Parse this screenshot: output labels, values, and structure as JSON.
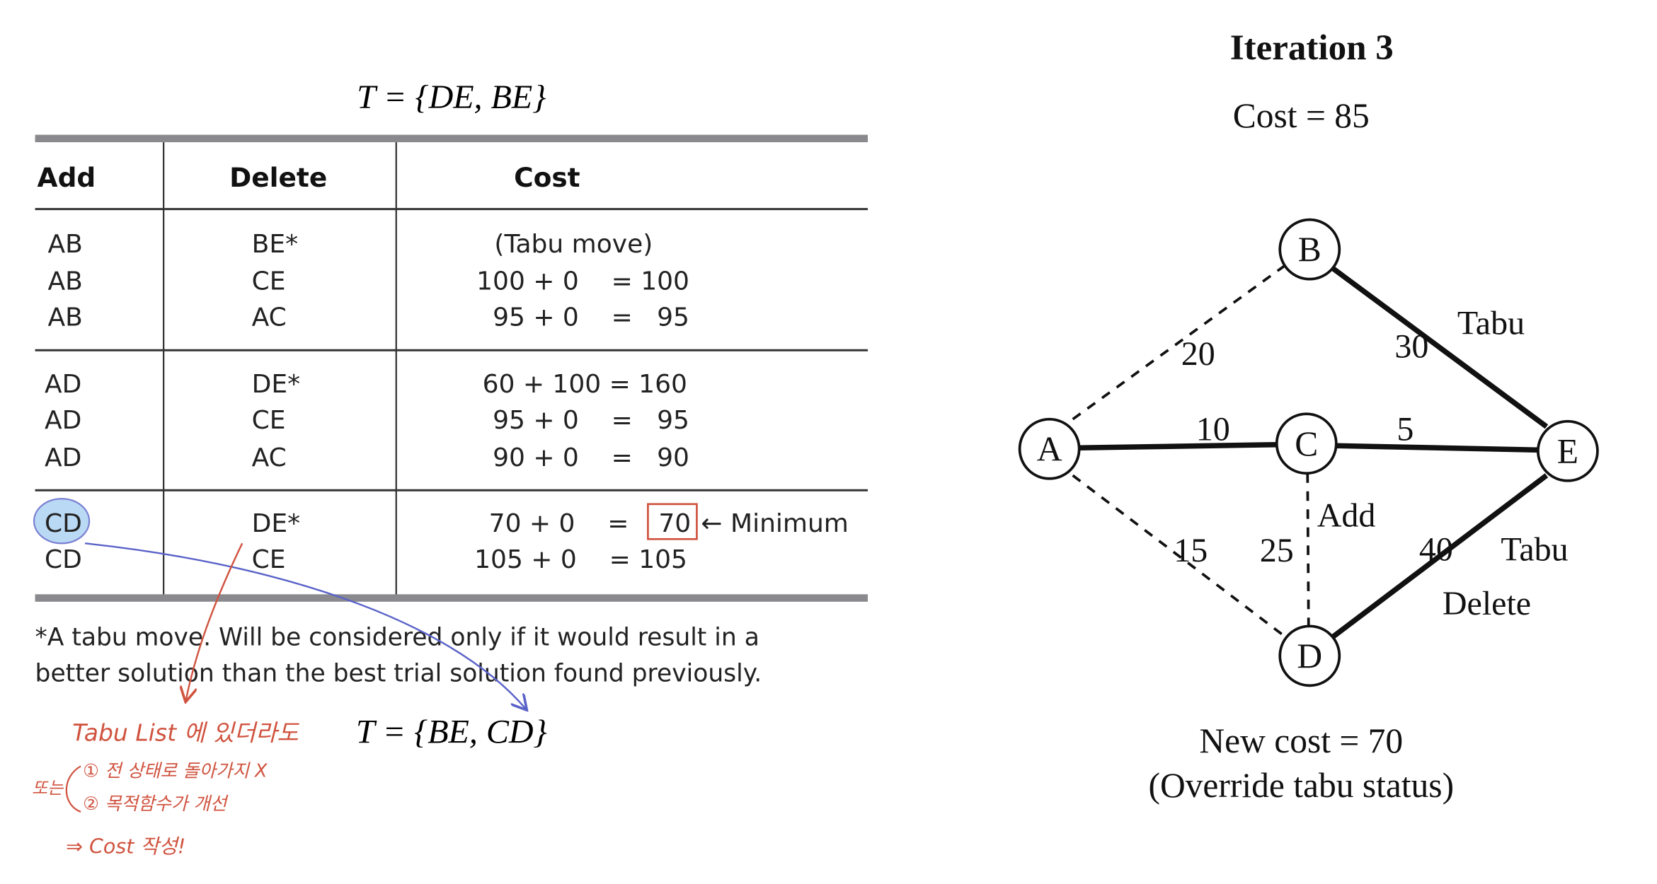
{
  "tabu_before": "T = {DE, BE}",
  "tabu_after": "T = {BE, CD}",
  "table": {
    "headers": [
      "Add",
      "Delete",
      "Cost"
    ],
    "groups": [
      [
        {
          "add": "AB",
          "delete": "BE*",
          "cost": "(Tabu move)"
        },
        {
          "add": "AB",
          "delete": "CE",
          "cost": "100 + 0    = 100"
        },
        {
          "add": "AB",
          "delete": "AC",
          "cost": "95 + 0    =   95"
        }
      ],
      [
        {
          "add": "AD",
          "delete": "DE*",
          "cost": "60 + 100 = 160"
        },
        {
          "add": "AD",
          "delete": "CE",
          "cost": "95 + 0    =   95"
        },
        {
          "add": "AD",
          "delete": "AC",
          "cost": "90 + 0    =   90"
        }
      ],
      [
        {
          "add": "CD",
          "delete": "DE*",
          "cost": "70 + 0    =",
          "boxed": "70",
          "annotation": "← Minimum"
        },
        {
          "add": "CD",
          "delete": "CE",
          "cost": "105 + 0    = 105"
        }
      ]
    ],
    "footnote": [
      "*A tabu move. Will be considered only if it would result in a",
      "better solution than the best trial solution found previously."
    ]
  },
  "handwritten_notes": {
    "line1": "Tabu List 에 있더라도",
    "prefix": "또는",
    "item1": "① 전 상태로 돌아가지 X",
    "item2": "② 목적함수가 개선",
    "conclusion": "⇒ Cost 작성!"
  },
  "graph": {
    "title": "Iteration 3",
    "cost": "Cost = 85",
    "nodes": [
      "A",
      "B",
      "C",
      "D",
      "E"
    ],
    "edges": [
      {
        "from": "A",
        "to": "B",
        "weight": "20",
        "style": "dashed"
      },
      {
        "from": "A",
        "to": "C",
        "weight": "10",
        "style": "solid"
      },
      {
        "from": "C",
        "to": "E",
        "weight": "5",
        "style": "solid"
      },
      {
        "from": "B",
        "to": "E",
        "weight": "30",
        "style": "solid",
        "note": "Tabu"
      },
      {
        "from": "A",
        "to": "D",
        "weight": "15",
        "style": "dashed"
      },
      {
        "from": "C",
        "to": "D",
        "weight": "25",
        "style": "dashed",
        "note": "Add"
      },
      {
        "from": "D",
        "to": "E",
        "weight": "40",
        "style": "solid",
        "note": "Tabu",
        "note2": "Delete"
      }
    ],
    "new_cost": "New cost = 70",
    "override": "(Override tabu status)"
  },
  "colors": {
    "ink": "#111111",
    "rule": "#8a8a8e",
    "red": "#d0533f",
    "blue": "#5a62c8",
    "highlight": "#a9d0f2"
  }
}
